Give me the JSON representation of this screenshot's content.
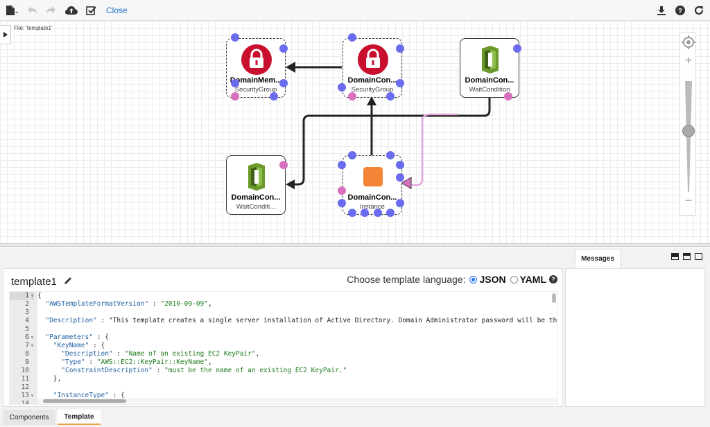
{
  "toolbar": {
    "close_label": "Close",
    "icons": [
      "file-icon",
      "undo-icon",
      "redo-icon",
      "cloud-upload-icon",
      "validate-icon",
      "download-icon",
      "help-icon",
      "refresh-icon"
    ]
  },
  "canvas": {
    "file_label": "File: 'template1'",
    "nodes": [
      {
        "name": "DomainMem...",
        "type": "SecurityGroup",
        "icon": "security-group-icon"
      },
      {
        "name": "DomainCon...",
        "type": "SecurityGroup",
        "icon": "security-group-icon"
      },
      {
        "name": "DomainCon...",
        "type": "WaitCondition",
        "icon": "wait-condition-icon"
      },
      {
        "name": "DomainCon...",
        "type": "WaitConditi...",
        "icon": "wait-condition-icon"
      },
      {
        "name": "DomainCon...",
        "type": "Instance",
        "icon": "ec2-instance-icon"
      }
    ],
    "zoom": {
      "plus": "+",
      "minus": "−",
      "level": 0.55
    }
  },
  "editor": {
    "title": "template1",
    "language_prompt": "Choose template language:",
    "languages": [
      "JSON",
      "YAML"
    ],
    "selected_language": "JSON",
    "lines": [
      {
        "n": "1",
        "fold": "▾",
        "code": "{"
      },
      {
        "n": "2",
        "fold": "",
        "code": "  \"AWSTemplateFormatVersion\" : \"2010-09-09\","
      },
      {
        "n": "3",
        "fold": "",
        "code": ""
      },
      {
        "n": "4",
        "fold": "",
        "code": "  \"Description\" : \"This template creates a single server installation of Active Directory. Domain Administrator password will be the one r"
      },
      {
        "n": "5",
        "fold": "",
        "code": ""
      },
      {
        "n": "6",
        "fold": "▾",
        "code": "  \"Parameters\" : {"
      },
      {
        "n": "7",
        "fold": "▾",
        "code": "    \"KeyName\" : {"
      },
      {
        "n": "8",
        "fold": "",
        "code": "      \"Description\" : \"Name of an existing EC2 KeyPair\","
      },
      {
        "n": "9",
        "fold": "",
        "code": "      \"Type\" : \"AWS::EC2::KeyPair::KeyName\","
      },
      {
        "n": "10",
        "fold": "",
        "code": "      \"ConstraintDescription\" : \"must be the name of an existing EC2 KeyPair.\""
      },
      {
        "n": "11",
        "fold": "",
        "code": "    },"
      },
      {
        "n": "12",
        "fold": "",
        "code": ""
      },
      {
        "n": "13",
        "fold": "▾",
        "code": "    \"InstanceType\" : {"
      },
      {
        "n": "14",
        "fold": "",
        "code": ""
      }
    ]
  },
  "messages": {
    "tab_label": "Messages"
  },
  "bottom_tabs": {
    "components": "Components",
    "template": "Template"
  },
  "colors": {
    "security_group": "#c8102e",
    "wait_condition": "#6b9a2a",
    "instance": "#f58536",
    "port_blue": "#6b6bf0",
    "port_pink": "#d870c0",
    "link": "#1a73c9"
  }
}
